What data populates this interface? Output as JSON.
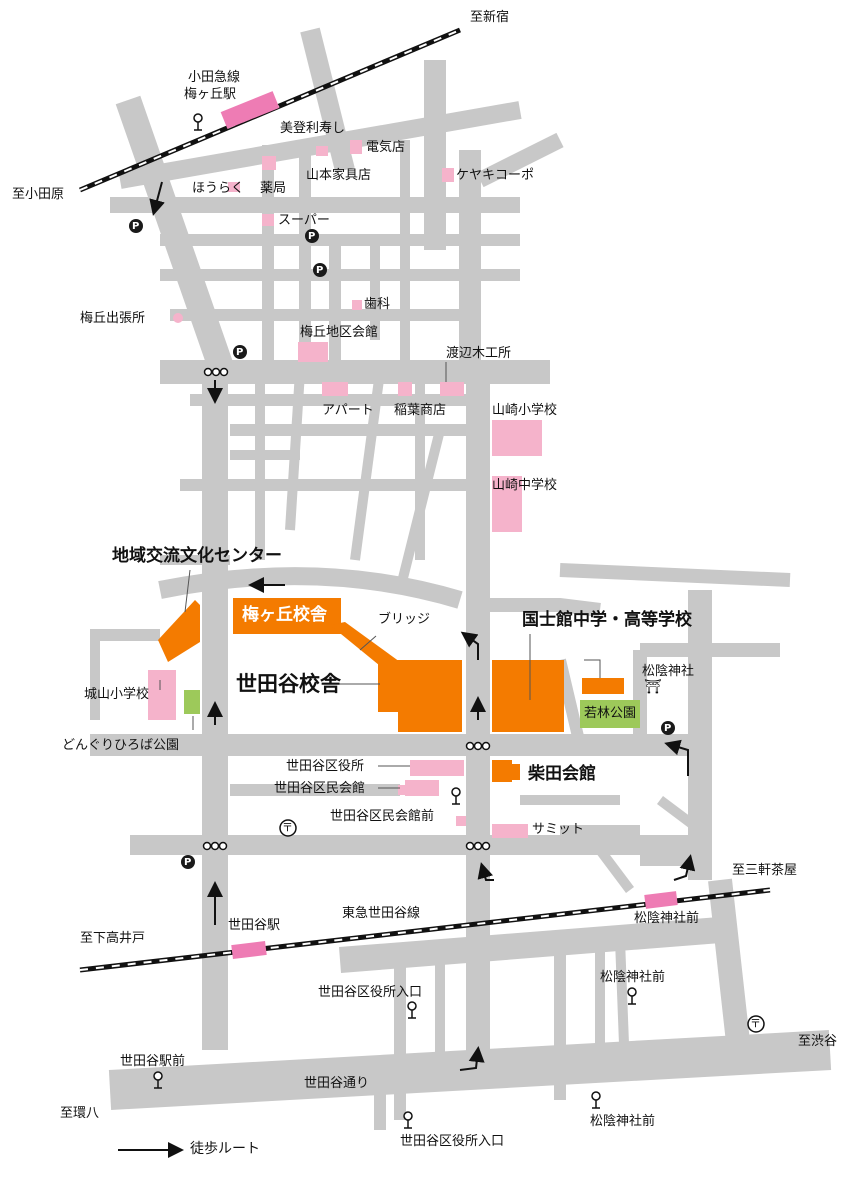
{
  "colors": {
    "road": "#c8c8c8",
    "facility": "#f47b00",
    "poi": "#f5b3cb",
    "station": "#ee7cb4",
    "park": "#9dc95a",
    "marker": "#1a1a1a",
    "background": "#ffffff"
  },
  "directions": {
    "shinjuku": "至新宿",
    "odawara": "至小田原",
    "sangenjaya": "至三軒茶屋",
    "shimotakaido": "至下高井戸",
    "shibuya": "至渋谷",
    "kanpachi": "至環八"
  },
  "stations": {
    "odakyu_line": "小田急線",
    "umegaoka": "梅ヶ丘駅",
    "setagaya": "世田谷駅",
    "shoin_jinja_mae": "松陰神社前",
    "tokyu_line": "東急世田谷線"
  },
  "campus": {
    "umegaoka": "梅ヶ丘校舎",
    "setagaya": "世田谷校舎",
    "bridge": "ブリッジ",
    "community_center": "地域交流文化センター",
    "kokushikan": "国士館中学・高等学校",
    "shibata_hall": "柴田会館"
  },
  "poi": {
    "mitoriju": "美登利寿し",
    "denki": "電気店",
    "yamamoto": "山本家具店",
    "keyaki": "ケヤキコーポ",
    "hourakul": "ほうらく",
    "yakkyoku": "薬局",
    "super": "スーパー",
    "shika": "歯科",
    "branch_office": "梅丘出張所",
    "district_hall": "梅丘地区会館",
    "watanabe": "渡辺木工所",
    "apart": "アパート",
    "inaba": "稲葉商店",
    "yamazaki_es": "山崎小学校",
    "yamazaki_jhs": "山崎中学校",
    "shiroyama_es": "城山小学校",
    "donguri": "どんぐりひろば公園",
    "shoin_shrine": "松陰神社",
    "wakabayashi": "若林公園",
    "ward_office": "世田谷区役所",
    "civic_hall": "世田谷区民会館",
    "civic_hall_stop": "世田谷区民会館前",
    "summit": "サミット",
    "ward_office_stop_1": "世田谷区役所入口",
    "ward_office_stop_2": "世田谷区役所入口",
    "setagaya_stop": "世田谷駅前",
    "shoin_stop_1": "松陰神社前",
    "shoin_stop_2": "松陰神社前",
    "setagaya_dori": "世田谷通り"
  },
  "symbols": {
    "parking": "P",
    "shrine": "⛩",
    "post": "〒"
  },
  "legend": {
    "walking_route": "徒歩ルート"
  }
}
